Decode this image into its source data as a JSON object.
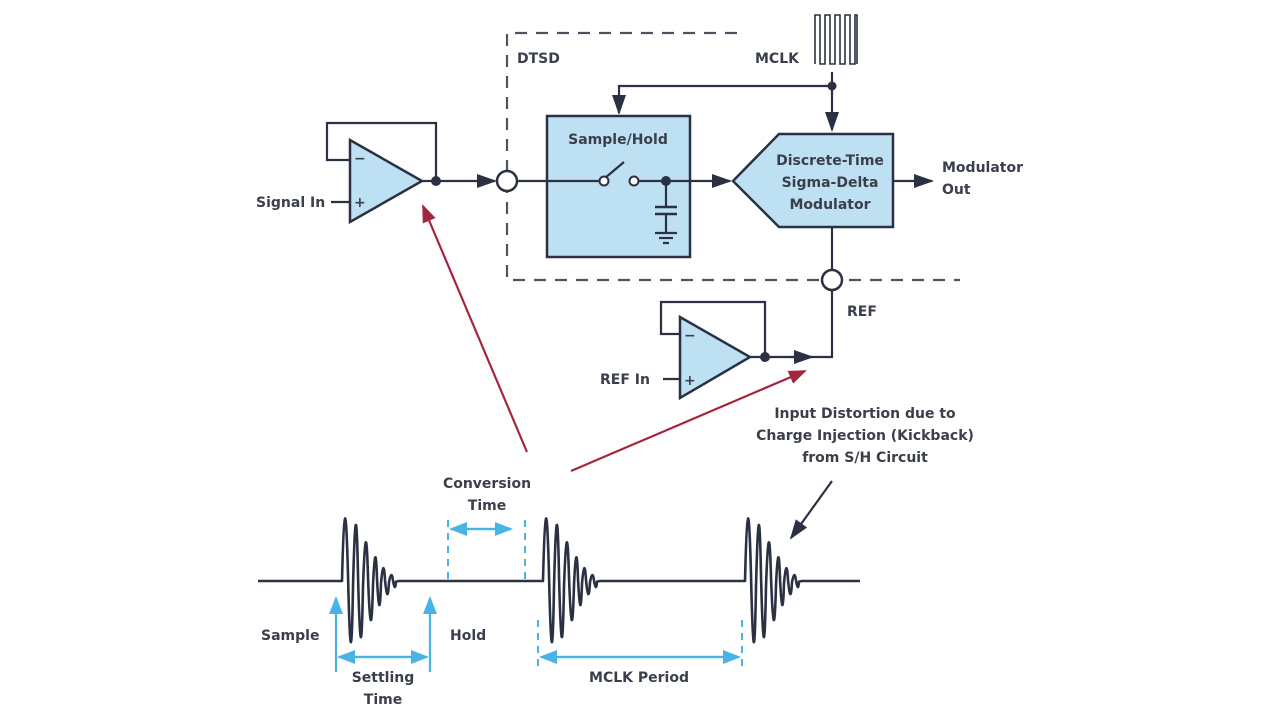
{
  "diagram": {
    "type": "block-diagram-with-timing",
    "colors": {
      "ink": "#2b3142",
      "block_fill": "#bde0f3",
      "timing_accent": "#49b3e6",
      "highlight_arrow": "#a3263d",
      "dashed_border": "#4d5363"
    },
    "labels": {
      "dtsd": "DTSD",
      "mclk": "MCLK",
      "sample_hold": "Sample/Hold",
      "modulator_line1": "Discrete-Time",
      "modulator_line2": "Sigma-Delta",
      "modulator_line3": "Modulator",
      "modulator_out_line1": "Modulator",
      "modulator_out_line2": "Out",
      "signal_in": "Signal In",
      "ref": "REF",
      "ref_in": "REF In",
      "opamp_minus": "−",
      "opamp_plus": "+",
      "annotation_line1": "Input Distortion due to",
      "annotation_line2": "Charge Injection (Kickback)",
      "annotation_line3": "from S/H Circuit",
      "conversion_line1": "Conversion",
      "conversion_line2": "Time",
      "sample": "Sample",
      "hold": "Hold",
      "settling_line1": "Settling",
      "settling_line2": "Time",
      "mclk_period": "MCLK Period"
    },
    "icons": {
      "clock": "clock-waveform-icon",
      "opamp": "opamp-icon",
      "switch": "switch-icon",
      "capacitor": "capacitor-icon",
      "ground": "ground-icon"
    }
  }
}
